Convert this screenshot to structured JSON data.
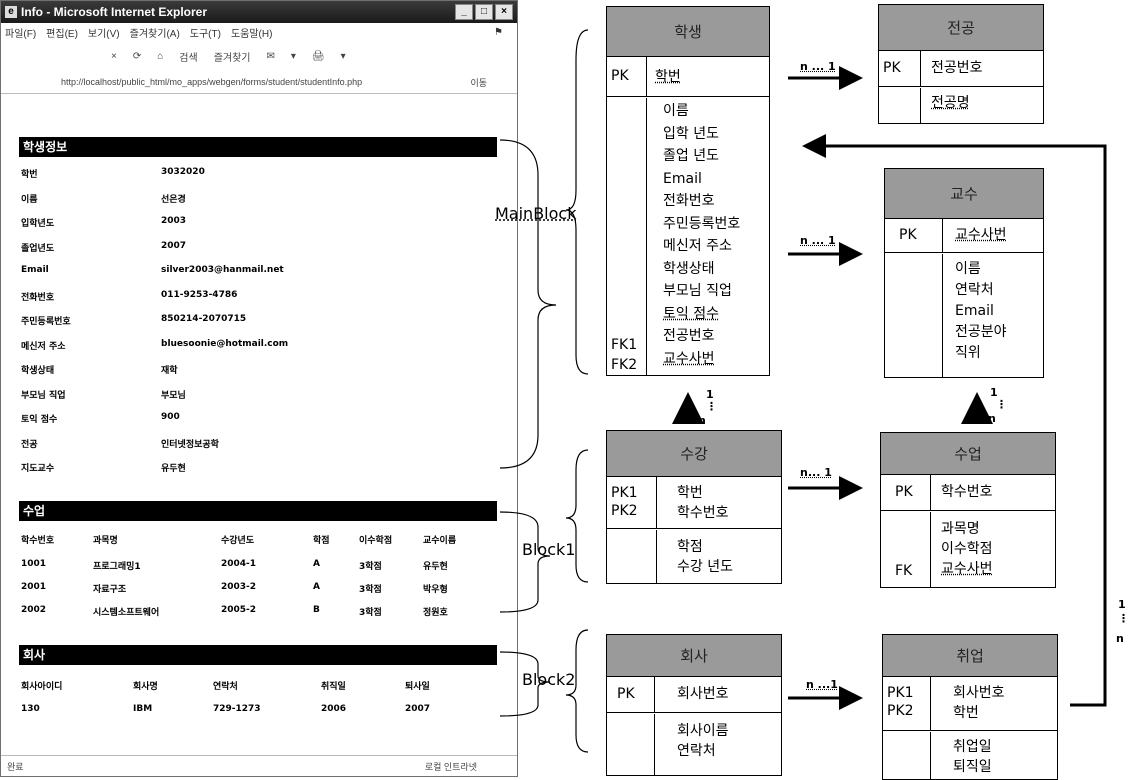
{
  "browser": {
    "title": "Info - Microsoft Internet Explorer",
    "menu": [
      "파일(F)",
      "편집(E)",
      "보기(V)",
      "즐겨찾기(A)",
      "도구(T)",
      "도움말(H)"
    ],
    "toolbar": [
      "×",
      "⟳",
      "⌂",
      "검색",
      "즐겨찾기",
      "✉",
      "▾",
      "🖨",
      "▾"
    ],
    "url": "http://localhost/public_html/mo_apps/webgen/forms/student/studentInfo.php",
    "go": "이동",
    "status_left": "완료",
    "status_right": "로컬 인트라넷",
    "student": {
      "header": "학생정보",
      "rows": [
        {
          "label": "학번",
          "value": "3032020"
        },
        {
          "label": "이름",
          "value": "선은경"
        },
        {
          "label": "입학년도",
          "value": "2003"
        },
        {
          "label": "졸업년도",
          "value": "2007"
        },
        {
          "label": "Email",
          "value": "silver2003@hanmail.net"
        },
        {
          "label": "전화번호",
          "value": "011-9253-4786"
        },
        {
          "label": "주민등록번호",
          "value": "850214-2070715"
        },
        {
          "label": "메신저 주소",
          "value": "bluesoonie@hotmail.com"
        },
        {
          "label": "학생상태",
          "value": "재학"
        },
        {
          "label": "부모님 직업",
          "value": "부모님"
        },
        {
          "label": "토익 점수",
          "value": "900"
        },
        {
          "label": "전공",
          "value": "인터넷정보공학"
        },
        {
          "label": "지도교수",
          "value": "유두현"
        }
      ]
    },
    "courses": {
      "header": "수업",
      "columns": [
        "학수번호",
        "과목명",
        "수강년도",
        "학점",
        "이수학점",
        "교수이름"
      ],
      "rows": [
        [
          "1001",
          "프로그래밍1",
          "2004-1",
          "A",
          "3학점",
          "유두현"
        ],
        [
          "2001",
          "자료구조",
          "2003-2",
          "A",
          "3학점",
          "박우형"
        ],
        [
          "2002",
          "시스템소프트웨어",
          "2005-2",
          "B",
          "3학점",
          "정원호"
        ]
      ]
    },
    "company": {
      "header": "회사",
      "columns": [
        "회사아이디",
        "회사명",
        "연락처",
        "취직일",
        "퇴사일"
      ],
      "rows": [
        [
          "130",
          "IBM",
          "729-1273",
          "2006",
          "2007"
        ]
      ]
    }
  },
  "blocks": {
    "main": "MainBlock",
    "block1": "Block1",
    "block2": "Block2"
  },
  "entities": {
    "student": {
      "name": "학생",
      "pk_label": "PK",
      "pk": "학번",
      "attrs": [
        "이름",
        "입학 년도",
        "졸업 년도",
        "Email",
        "전화번호",
        "주민등록번호",
        "메신저 주소",
        "학생상태",
        "부모님 직업",
        "토익 점수",
        "전공번호",
        "교수사번"
      ],
      "fk1": "FK1",
      "fk2": "FK2"
    },
    "major": {
      "name": "전공",
      "pk_label": "PK",
      "pk": "전공번호",
      "attrs": [
        "전공명"
      ]
    },
    "professor": {
      "name": "교수",
      "pk_label": "PK",
      "pk": "교수사번",
      "attrs": [
        "이름",
        "연락처",
        "Email",
        "전공분야",
        "직위"
      ]
    },
    "enroll": {
      "name": "수강",
      "pk1_label": "PK1",
      "pk2_label": "PK2",
      "pk1": "학번",
      "pk2": "학수번호",
      "attrs": [
        "학점",
        "수강 년도"
      ]
    },
    "course": {
      "name": "수업",
      "pk_label": "PK",
      "pk": "학수번호",
      "attrs": [
        "과목명",
        "이수학점",
        "교수사번"
      ],
      "fk": "FK"
    },
    "company": {
      "name": "회사",
      "pk_label": "PK",
      "pk": "회사번호",
      "attrs": [
        "회사이름",
        "연락처"
      ]
    },
    "employment": {
      "name": "취업",
      "pk1_label": "PK1",
      "pk2_label": "PK2",
      "pk1": "회사번호",
      "pk2": "학번",
      "attrs": [
        "취업일",
        "퇴직일"
      ]
    }
  },
  "cardinalities": {
    "student_major": "n ... 1",
    "student_professor": "n ... 1",
    "enroll_course": "n... 1",
    "company_employment": "n ...1",
    "one": "1",
    "dots": "⋮",
    "n": "n"
  }
}
